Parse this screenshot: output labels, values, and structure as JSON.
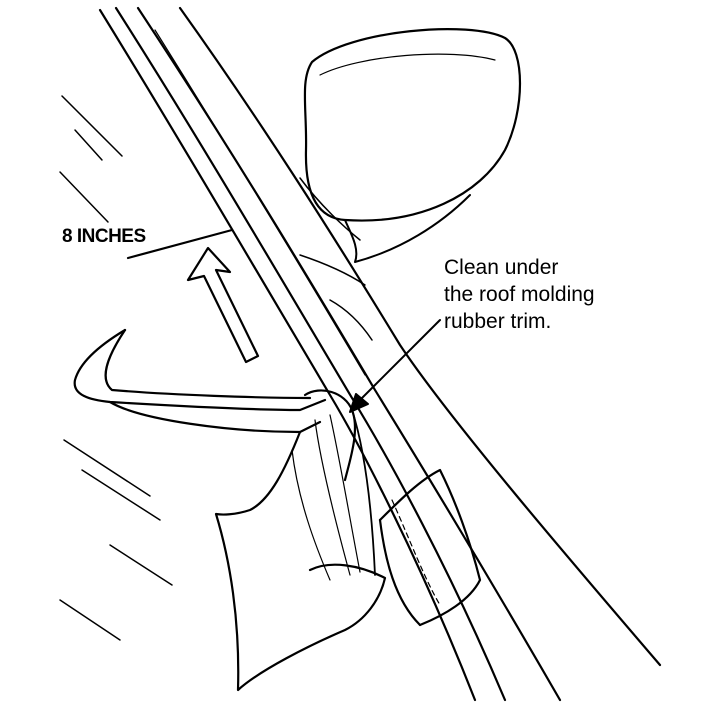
{
  "measurement_label": "8 INCHES",
  "callout": {
    "lines": [
      "Clean under",
      "the roof molding",
      "rubber trim."
    ]
  },
  "colors": {
    "stroke": "#000000",
    "background": "#ffffff"
  }
}
